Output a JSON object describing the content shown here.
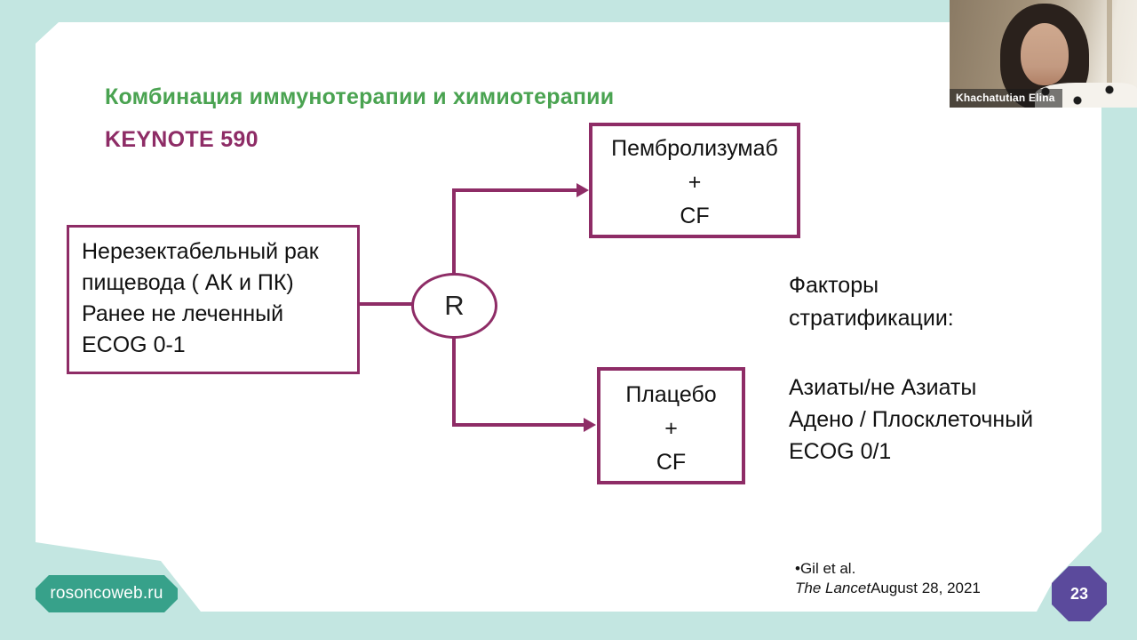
{
  "colors": {
    "page_background": "#c3e6e1",
    "slide_background": "#ffffff",
    "title_green": "#4aa351",
    "accent_purple": "#8e2c66",
    "footer_pill_teal": "#37a18a",
    "page_octagon_purple": "#5b4a9c"
  },
  "slide": {
    "title": "Комбинация иммунотерапии и химиотерапии",
    "subtitle": "KEYNOTE 590",
    "diagram": {
      "population_box": {
        "lines": [
          "Нерезектабельный рак",
          "пищевода ( АК и ПК)",
          "Ранее не леченный",
          "ECOG 0-1"
        ]
      },
      "randomization_label": "R",
      "arm_top": {
        "lines": [
          "Пембролизумаб",
          "+",
          "CF"
        ]
      },
      "arm_bottom": {
        "lines": [
          "Плацебо",
          "+",
          "CF"
        ]
      },
      "stratification": {
        "heading_lines": [
          "Факторы",
          "стратификации:"
        ],
        "factors": [
          "Азиаты/не Азиаты",
          "Адено / Плосклеточный",
          "ECOG 0/1"
        ]
      }
    },
    "citation": {
      "line1": "•Gil et al.",
      "line2_italic": "The Lancet",
      "line2_rest": "August 28, 2021"
    },
    "footer_link": "rosoncoweb.ru",
    "page_number": "23"
  },
  "webcam": {
    "name_label": "Khachatutian Elina"
  }
}
